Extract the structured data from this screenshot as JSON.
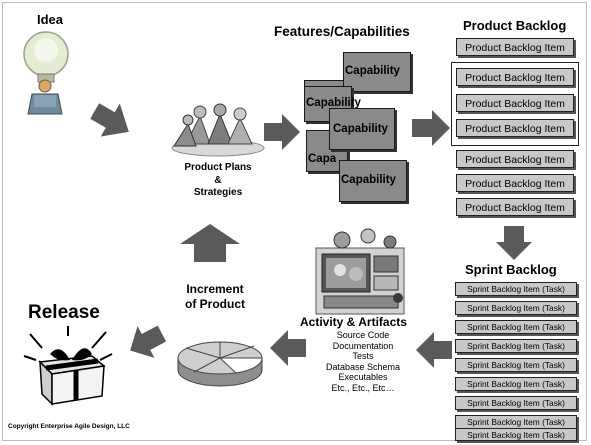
{
  "idea": {
    "title": "Idea"
  },
  "features": {
    "title": "Features/Capabilities",
    "capabilities": [
      "Capability",
      "Capability",
      "Capability",
      "Capa",
      "Capability"
    ]
  },
  "product_plans": {
    "line1": "Product Plans",
    "line2": "&",
    "line3": "Strategies"
  },
  "product_backlog": {
    "title": "Product Backlog",
    "item_label": "Product Backlog Item",
    "items": [
      "Product Backlog Item",
      "Product Backlog Item",
      "Product Backlog Item",
      "Product Backlog Item",
      "Product Backlog Item",
      "Product Backlog Item",
      "Product Backlog Item"
    ]
  },
  "sprint_backlog": {
    "title": "Sprint Backlog",
    "items": [
      "Sprint Backlog Item (Task)",
      "Sprint Backlog Item (Task)",
      "Sprint Backlog Item (Task)",
      "Sprint Backlog Item (Task)",
      "Sprint Backlog Item (Task)",
      "Sprint Backlog Item (Task)",
      "Sprint Backlog Item (Task)",
      "Sprint Backlog Item (Task)",
      "Sprint Backlog Item (Task)"
    ]
  },
  "activity": {
    "title": "Activity & Artifacts",
    "items": [
      "Source Code",
      "Documentation",
      "Tests",
      "Database Schema",
      "Executables",
      "Etc., Etc., Etc…"
    ]
  },
  "increment": {
    "line1": "Increment",
    "line2": "of Product"
  },
  "release": {
    "title": "Release"
  },
  "copyright": "Copyright Enterprise Agile Design, LLC",
  "colors": {
    "arrow": "#5a5a5a",
    "box_fill": "#c8c8c8",
    "capability_fill": "#8a8a8a"
  }
}
